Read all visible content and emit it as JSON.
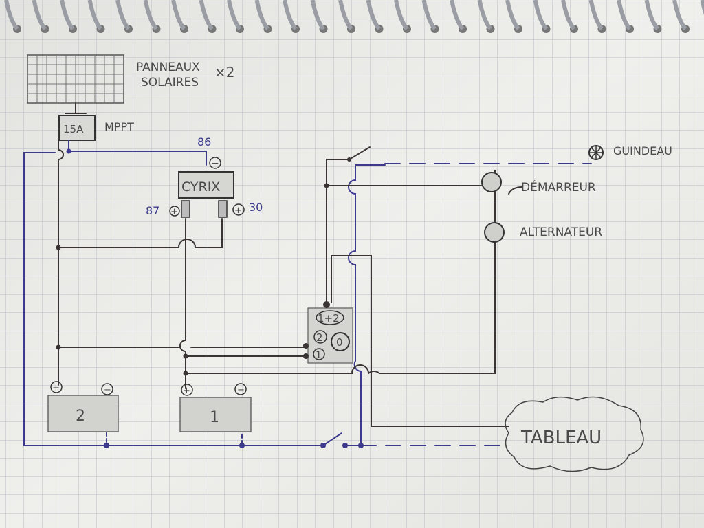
{
  "title": "Schéma électrique bateau",
  "colors": {
    "paper": "#ecece9",
    "grid": "#b9bcc4",
    "ink_black": "#3a3434",
    "ink_blue": "#3d3a8e"
  },
  "labels": {
    "panels": "PANNEAUX",
    "panels2": "SOLAIRES",
    "panels_count": "×2",
    "mppt_rating": "15A",
    "mppt": "MPPT",
    "cyrix": "CYRIX",
    "pin86": "86",
    "pin87": "87",
    "pin30": "30",
    "guindeau": "GUINDEAU",
    "demarreur": "DÉMARREUR",
    "alternateur": "ALTERNATEUR",
    "sw_both": "1+2",
    "sw_2": "2",
    "sw_off": "0",
    "sw_1": "1",
    "battery2": "2",
    "battery1": "1",
    "tableau": "TABLEAU",
    "plus": "+",
    "minus": "−"
  }
}
